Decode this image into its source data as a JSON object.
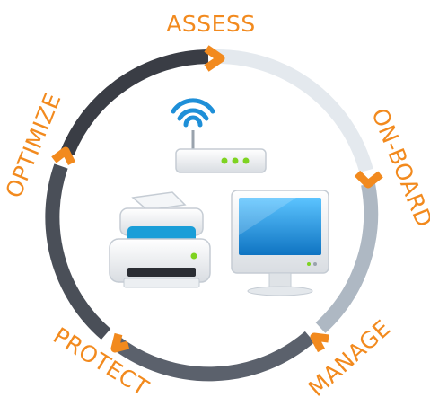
{
  "stages": [
    {
      "label": "ASSESS"
    },
    {
      "label": "ON-BOARD"
    },
    {
      "label": "MANAGE"
    },
    {
      "label": "PROTECT"
    },
    {
      "label": "OPTIMIZE"
    }
  ],
  "colors": {
    "accent": "#F28A1E",
    "ring_dark": "#2E3038",
    "ring_mid": "#6C7380",
    "ring_light": "#C9D3DC",
    "screen_blue": "#1E8FD8",
    "led_green": "#7ED321"
  },
  "icons": [
    "wifi-router-icon",
    "printer-icon",
    "monitor-icon"
  ]
}
